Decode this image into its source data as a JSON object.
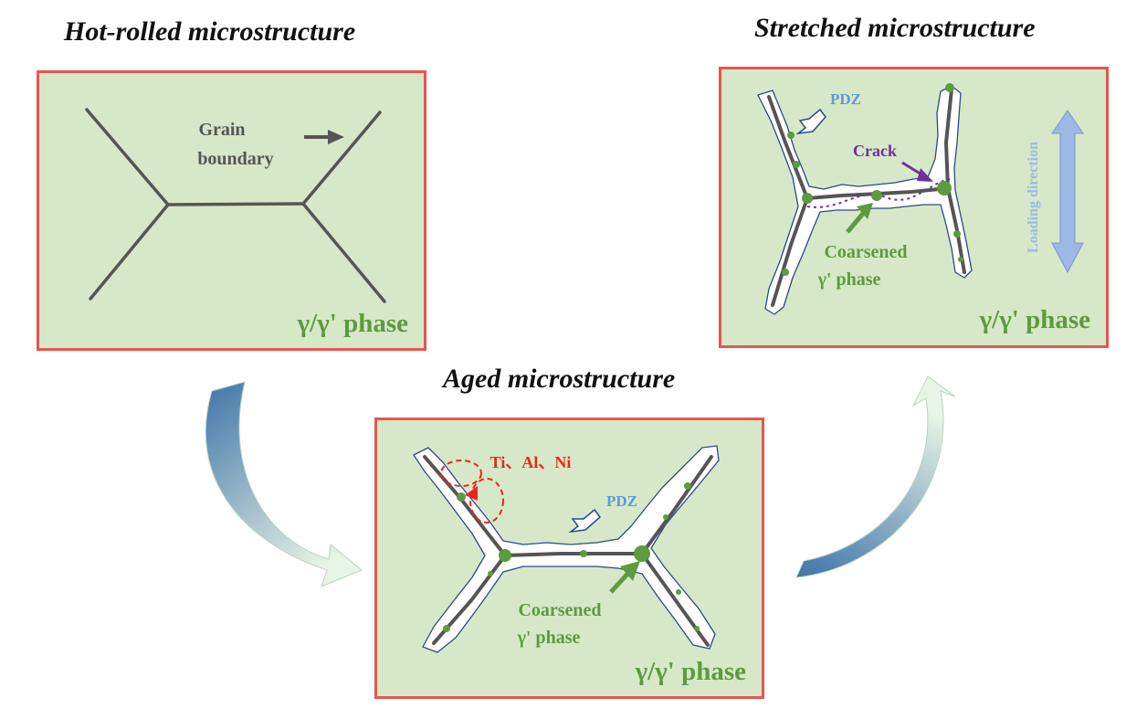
{
  "panels": {
    "hot_rolled": {
      "title": "Hot-rolled microstructure",
      "grain_boundary_label": [
        "Grain",
        "boundary"
      ],
      "phase_label": "γ/γ' phase"
    },
    "stretched": {
      "title": "Stretched microstructure",
      "pdz_label": "PDZ",
      "crack_label": "Crack",
      "coarsened_label": [
        "Coarsened",
        "γ' phase"
      ],
      "loading_label": "Loading direction",
      "phase_label": "γ/γ' phase"
    },
    "aged": {
      "title": "Aged microstructure",
      "elements_label": "Ti、Al、Ni",
      "pdz_label": "PDZ",
      "coarsened_label": [
        "Coarsened",
        "γ' phase"
      ],
      "phase_label": "γ/γ' phase"
    }
  },
  "colors": {
    "panel_border": "#e8554e",
    "panel_fill": "#d6e8c8",
    "boundary_line": "#555555",
    "particle": "#5e9a3e",
    "phase_text": "#5e9a3e",
    "pdz_text": "#5b9bd5",
    "crack_text": "#7030a0",
    "element_text": "#e8281e",
    "loading_arrow": "#9db8e6"
  }
}
